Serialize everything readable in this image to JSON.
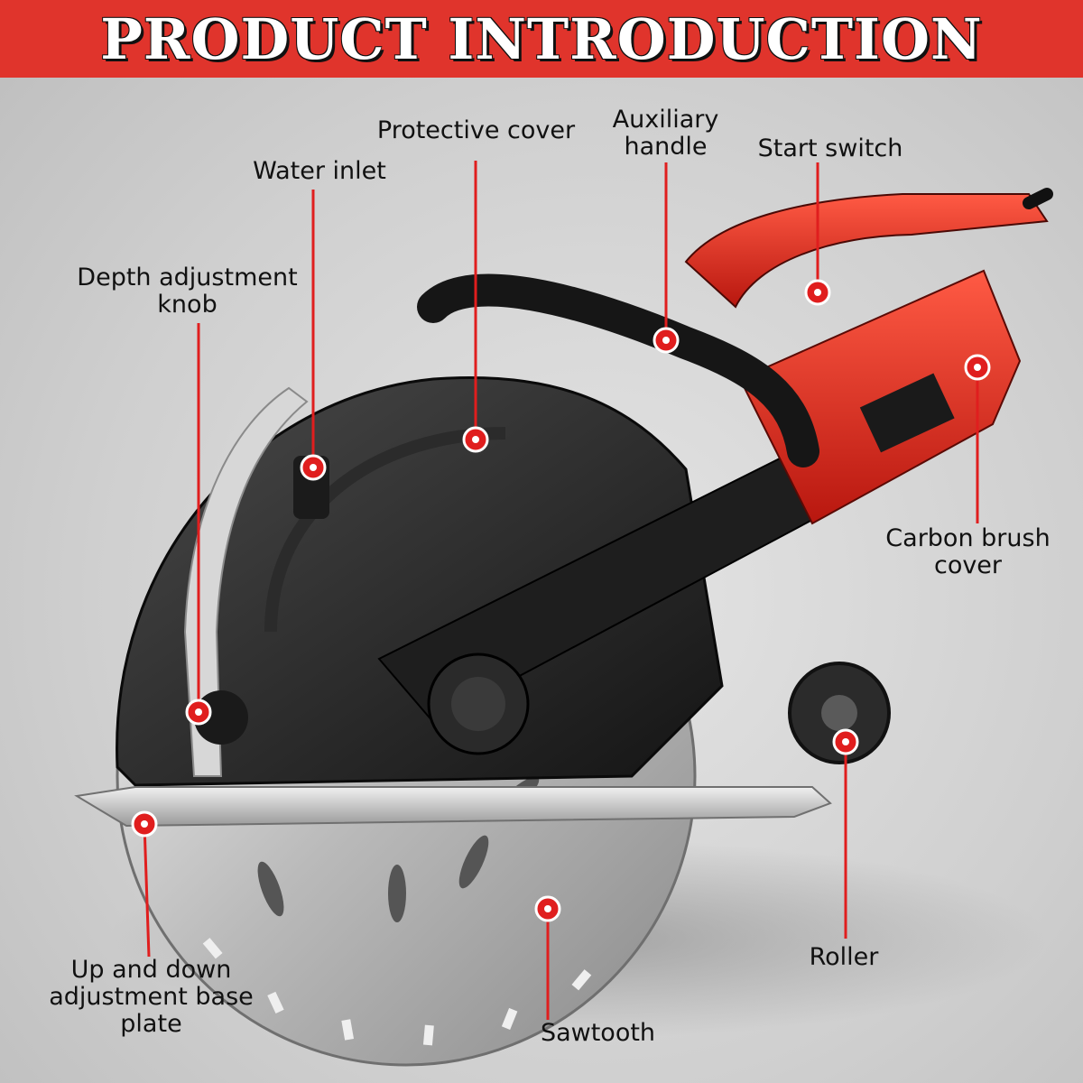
{
  "banner": {
    "title": "PRODUCT INTRODUCTION",
    "color": "#e0342c"
  },
  "accent_color": "#e01e1e",
  "labels": {
    "protective_cover": "Protective cover",
    "auxiliary_handle": "Auxiliary\nhandle",
    "start_switch": "Start switch",
    "water_inlet": "Water inlet",
    "depth_adjustment_knob": "Depth adjustment\nknob",
    "carbon_brush_cover": "Carbon brush\ncover",
    "roller": "Roller",
    "base_plate": "Up and down\nadjustment base\nplate",
    "sawtooth": "Sawtooth"
  }
}
